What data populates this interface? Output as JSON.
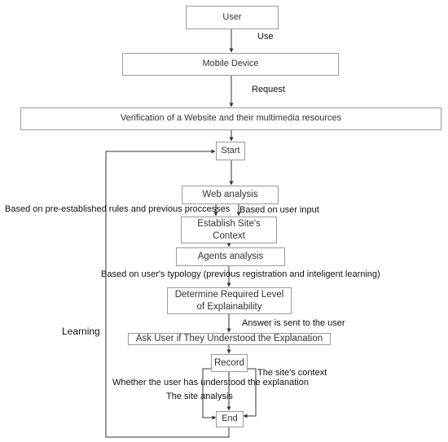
{
  "nodes": {
    "user": "User",
    "mobile_device": "Mobile Device",
    "verification": "Verification of a Website and their multimedia resources",
    "start": "Start",
    "web_analysis": "Web analysis",
    "establish_context": "Establish Site's Context",
    "agents_analysis": "Agents analysis",
    "determine_level": "Determine Required Level of Explainability",
    "ask_user": "Ask User if They Understood the Explanation",
    "record": "Record",
    "end": "End"
  },
  "edge_labels": {
    "use": "Use",
    "request": "Request",
    "rules": "Based on pre-established rules and previous proccesses",
    "user_input": "Based on user input",
    "typology": "Based on user's typology (previous registration and inteligent learning)",
    "answer": "Answer is sent to the user",
    "learning": "Learning",
    "sites_context": "The site's context",
    "understood": "Whether the user has understood the explanation",
    "site_analysis": "The site analysis"
  }
}
